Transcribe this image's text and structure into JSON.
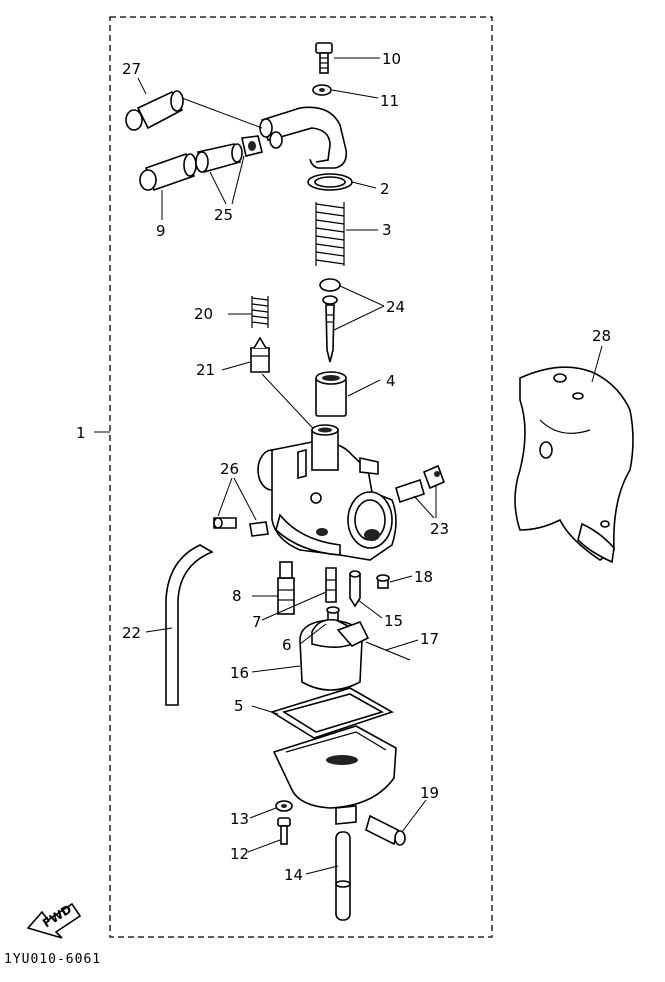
{
  "diagram": {
    "drawing_code": "1YU010-6061",
    "fwd_label": "FWD",
    "callouts": [
      "1",
      "2",
      "3",
      "4",
      "5",
      "6",
      "7",
      "8",
      "9",
      "10",
      "11",
      "12",
      "13",
      "14",
      "15",
      "16",
      "17",
      "18",
      "19",
      "20",
      "21",
      "22",
      "23",
      "24",
      "25",
      "26",
      "27",
      "28"
    ]
  }
}
